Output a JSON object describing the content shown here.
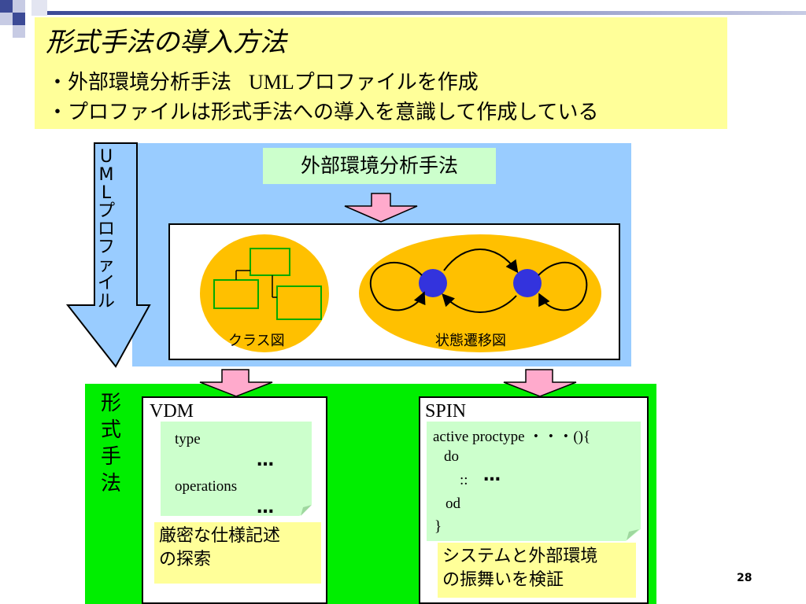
{
  "slide": {
    "title": "形式手法の導入方法",
    "bullet1_prefix": "・外部環境分析手法",
    "bullet1_uml": "UML",
    "bullet1_suffix": "プロファイルを作成",
    "bullet2": "・プロファイルは形式手法への導入を意識して作成している",
    "page_number": "28"
  },
  "diagram": {
    "analysis_method": "外部環境分析手法",
    "uml_profile_vertical": [
      "U",
      "M",
      "L",
      "プ",
      "ロ",
      "フ",
      "ァ",
      "イ",
      "ル"
    ],
    "formal_method_vertical": [
      "形",
      "式",
      "手",
      "法"
    ],
    "class_diagram_label": "クラス図",
    "state_diagram_label": "状態遷移図",
    "vdm": {
      "heading": "VDM",
      "line1": "type",
      "ellipsis1": "…",
      "line2": "operations",
      "ellipsis2": "…",
      "note_line1": "厳密な仕様記述",
      "note_line2": "の探索"
    },
    "spin": {
      "heading": "SPIN",
      "line1": "active proctype ・・・(){",
      "line2": "do",
      "line3": "::",
      "ellipsis": "…",
      "line4": "od",
      "line5": "}",
      "note_line1": "システムと外部環境",
      "note_line2": "の振舞いを検証"
    }
  },
  "colors": {
    "title_bg": "#ffff99",
    "profile_bg": "#99ccff",
    "formal_bg": "#00ee00",
    "note_green": "#ccffcc",
    "oval": "#ffc000",
    "state_node": "#3333dd",
    "class_box_border": "#00aa00",
    "pink_arrow": "#ffaacc"
  }
}
